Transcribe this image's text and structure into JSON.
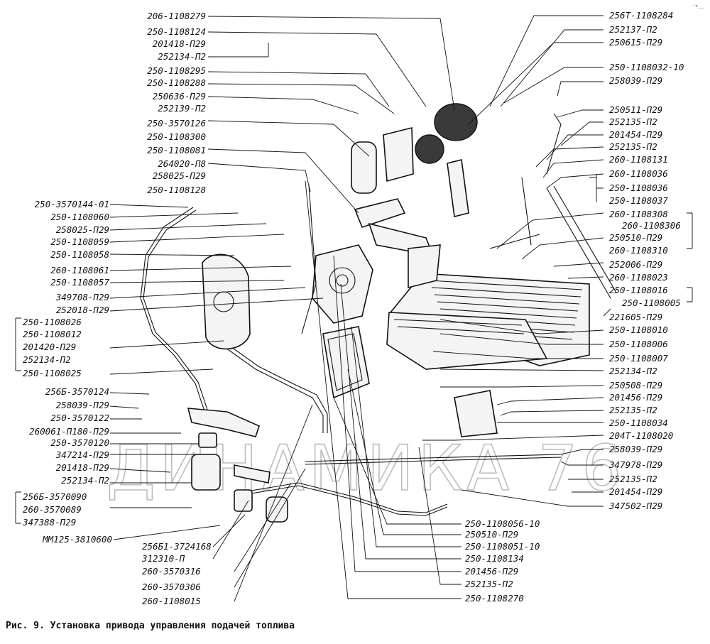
{
  "caption": "Рис. 9. Установка привода управления подачей топлива",
  "corner_mark": "´°…",
  "watermark": "ДИНАМИКА 76",
  "left_labels": [
    "206-1108279",
    "250-1108124",
    "201418-П29",
    "252134-П2",
    "250-1108295",
    "250-1108288",
    "250636-П29",
    "252139-П2",
    "250-3570126",
    "250-1108300",
    "250-1108081",
    "264020-П8",
    "258025-П29",
    "250-1108128",
    "250-3570144-01",
    "250-1108060",
    "258025-П29",
    "250-1108059",
    "250-1108058",
    "260-1108061",
    "250-1108057",
    "349708-П29",
    "252018-П29",
    "250-1108026",
    "250-1108012",
    "201420-П29",
    "252134-П2",
    "250-1108025",
    "256Б-3570124",
    "258039-П29",
    "250-3570122",
    "260061-П180-П29",
    "250-3570120",
    "347214-П29",
    "201418-П29",
    "252134-П2",
    "256Б-3570090",
    "260-3570089",
    "347388-П29",
    "ММ125-3810600"
  ],
  "right_labels": [
    "256Т-1108284",
    "252137-П2",
    "250615-П29",
    "250-1108032-10",
    "258039-П29",
    "250511-П29",
    "252135-П2",
    "201454-П29",
    "252135-П2",
    "260-1108131",
    "260-1108036",
    "250-1108036",
    "250-1108037",
    "260-1108308",
    "260-1108306",
    "250510-П29",
    "260-1108310",
    "252006-П29",
    "260-1108023",
    "250-1108016",
    "250-1108005",
    "221605-П29",
    "250-1108010",
    "250-1108006",
    "250-1108007",
    "252134-П2",
    "250508-П29",
    "201456-П29",
    "252135-П2",
    "250-1108034",
    "204Т-1108020",
    "258039-П29",
    "347978-П29",
    "252135-П2",
    "201454-П29",
    "347502-П29"
  ],
  "bottom_left_labels": [
    "256Б1-3724168",
    "312310-П",
    "260-3570316",
    "260-3570306",
    "260-1108015"
  ],
  "bottom_center_labels": [
    "250-1108056-10",
    "250510-П29",
    "250-1108051-10",
    "250-1108134",
    "201456-П29",
    "252135-П2",
    "250-1108270"
  ]
}
